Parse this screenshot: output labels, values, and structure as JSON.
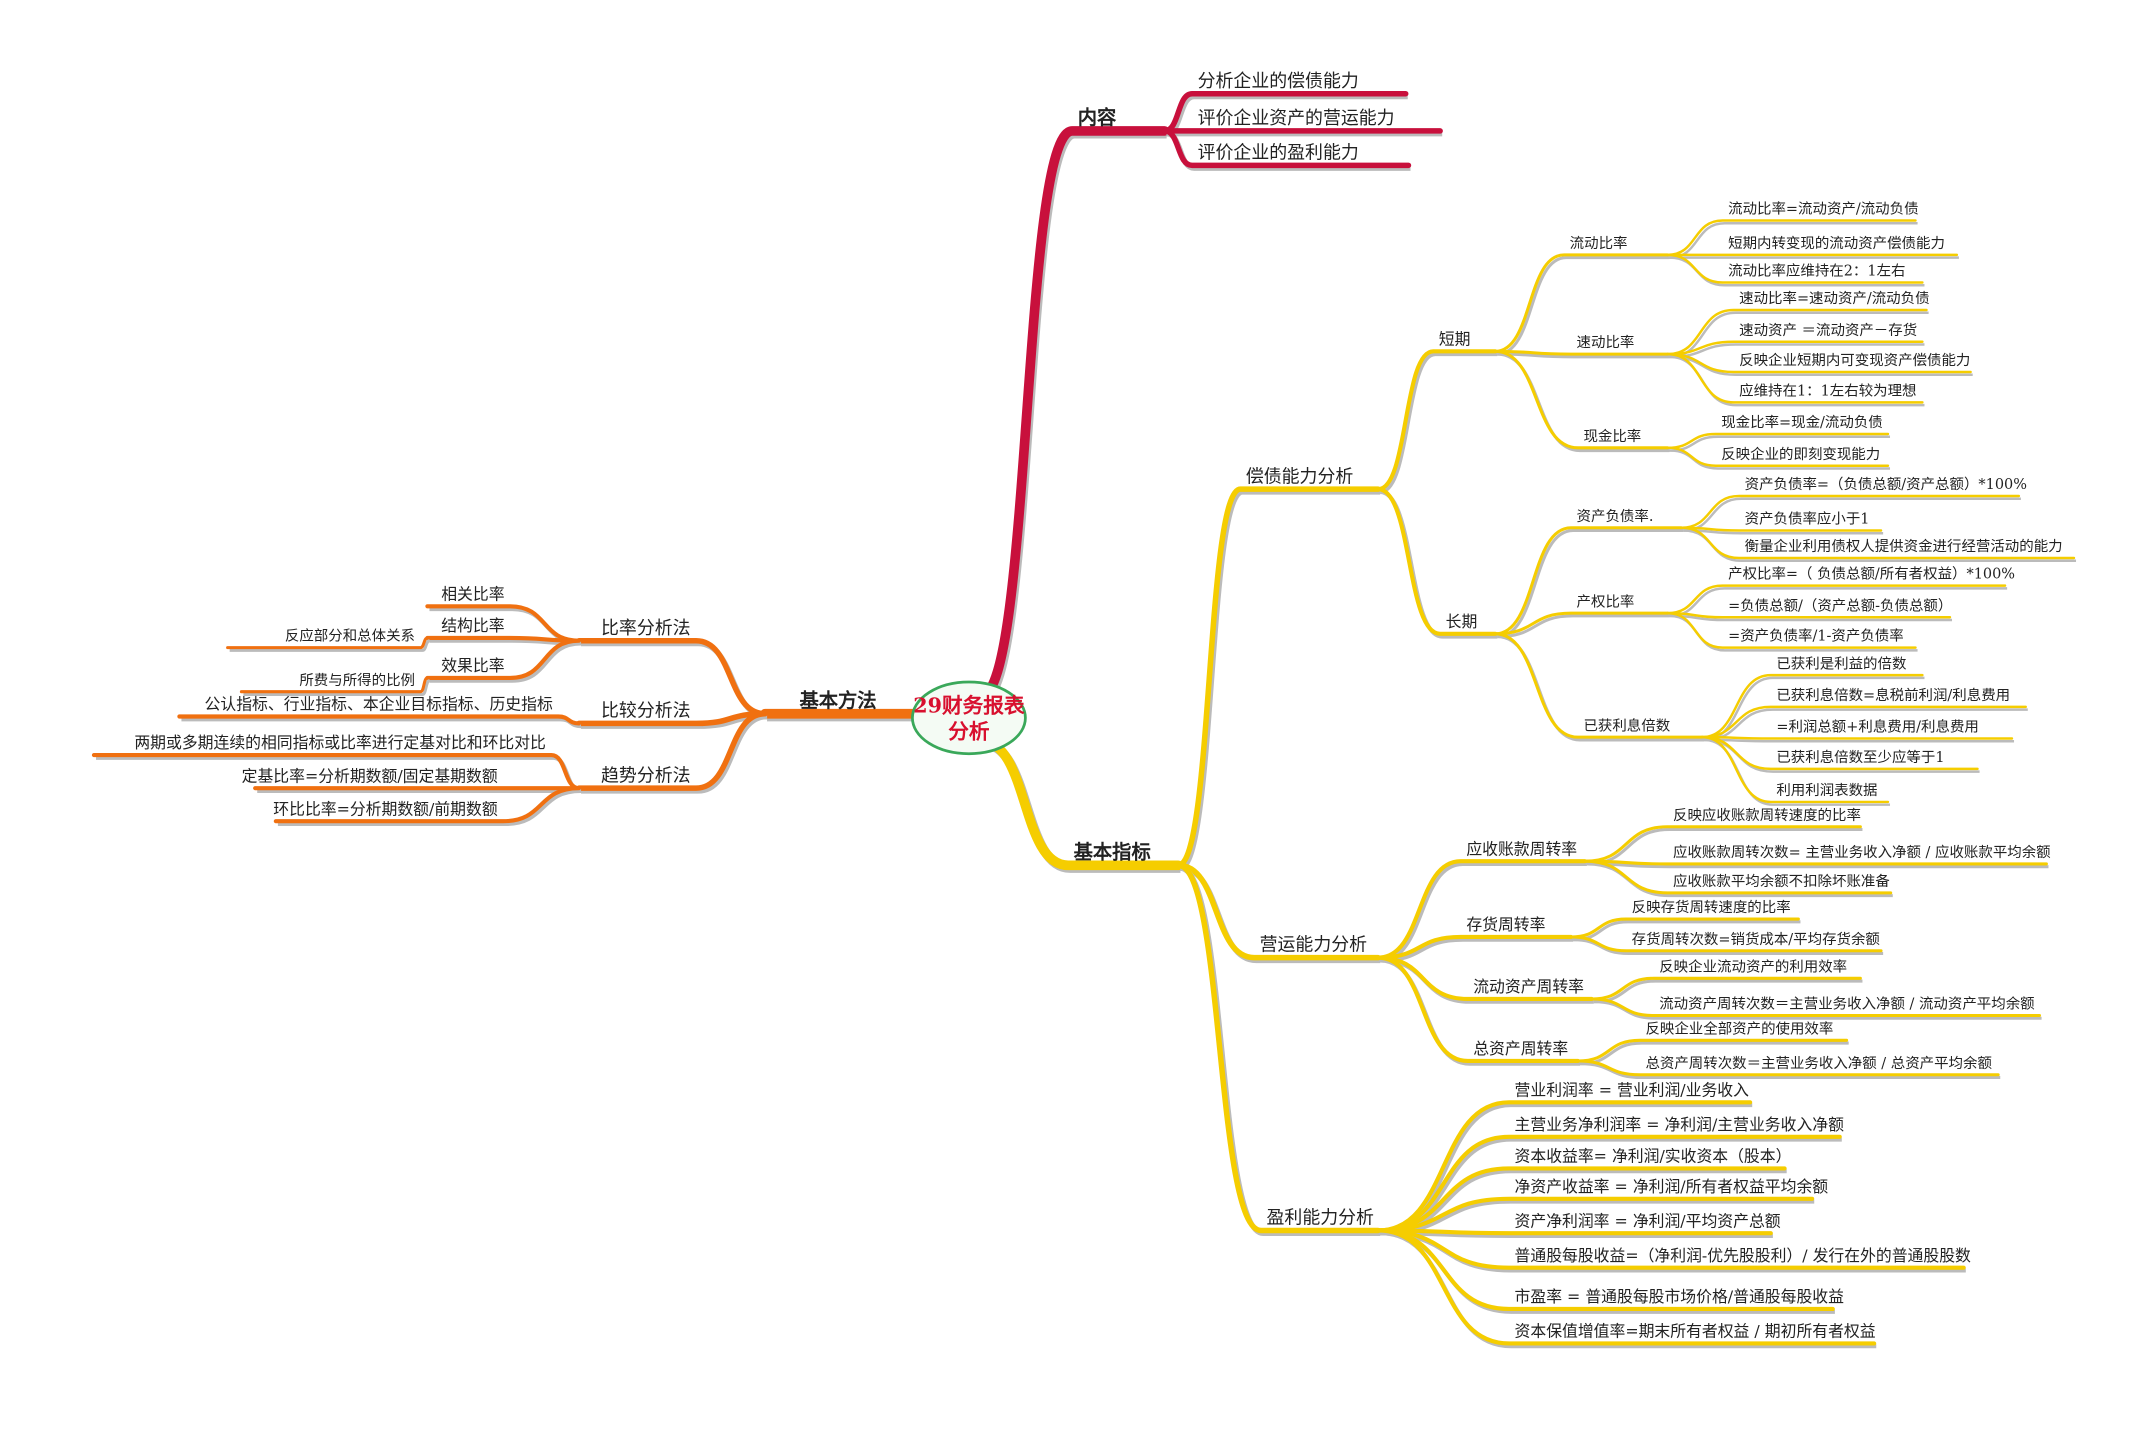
{
  "colors": {
    "content": "#c8103c",
    "indicators": "#f5cd00",
    "methods": "#f07010",
    "center_border": "#3aa85a",
    "center_text": "#d8102e"
  },
  "root": {
    "title_line1": "29财务报表",
    "title_line2": "分析",
    "children": [
      {
        "label": "内容",
        "children": [
          {
            "label": "分析企业的偿债能力"
          },
          {
            "label": "评价企业资产的营运能力"
          },
          {
            "label": "评价企业的盈利能力"
          }
        ]
      },
      {
        "label": "基本指标",
        "children": [
          {
            "label": "偿债能力分析",
            "children": [
              {
                "label": "短期",
                "children": [
                  {
                    "label": "流动比率",
                    "children": [
                      {
                        "label": "流动比率=流动资产/流动负债"
                      },
                      {
                        "label": "短期内转变现的流动资产偿债能力"
                      },
                      {
                        "label": "流动比率应维持在2：1左右"
                      }
                    ]
                  },
                  {
                    "label": "速动比率",
                    "children": [
                      {
                        "label": "速动比率=速动资产/流动负债"
                      },
                      {
                        "label": "速动资产 ＝流动资产－存货"
                      },
                      {
                        "label": "反映企业短期内可变现资产偿债能力"
                      },
                      {
                        "label": "应维持在1：1左右较为理想"
                      }
                    ]
                  },
                  {
                    "label": "现金比率",
                    "children": [
                      {
                        "label": "现金比率=现金/流动负债"
                      },
                      {
                        "label": "反映企业的即刻变现能力"
                      }
                    ]
                  }
                ]
              },
              {
                "label": "长期",
                "children": [
                  {
                    "label": "资产负债率.",
                    "children": [
                      {
                        "label": "资产负债率=（负债总额/资产总额）*100%"
                      },
                      {
                        "label": "资产负债率应小于1"
                      },
                      {
                        "label": "衡量企业利用债权人提供资金进行经营活动的能力"
                      }
                    ]
                  },
                  {
                    "label": "产权比率",
                    "children": [
                      {
                        "label": "产权比率=（ 负债总额/所有者权益）*100%"
                      },
                      {
                        "label": "=负债总额/（资产总额-负债总额）"
                      },
                      {
                        "label": "=资产负债率/1-资产负债率"
                      }
                    ]
                  },
                  {
                    "label": "已获利息倍数",
                    "children": [
                      {
                        "label": "已获利是利益的倍数"
                      },
                      {
                        "label": "已获利息倍数=息税前利润/利息费用"
                      },
                      {
                        "label": "=利润总额+利息费用/利息费用"
                      },
                      {
                        "label": "已获利息倍数至少应等于1"
                      },
                      {
                        "label": "利用利润表数据"
                      }
                    ]
                  }
                ]
              }
            ]
          },
          {
            "label": "营运能力分析",
            "children": [
              {
                "label": "应收账款周转率",
                "children": [
                  {
                    "label": "反映应收账款周转速度的比率"
                  },
                  {
                    "label": "应收账款周转次数= 主营业务收入净额 / 应收账款平均余额"
                  },
                  {
                    "label": "应收账款平均余额不扣除坏账准备"
                  }
                ]
              },
              {
                "label": "存货周转率",
                "children": [
                  {
                    "label": "反映存货周转速度的比率"
                  },
                  {
                    "label": "存货周转次数=销货成本/平均存货余额"
                  }
                ]
              },
              {
                "label": "流动资产周转率",
                "children": [
                  {
                    "label": "反映企业流动资产的利用效率"
                  },
                  {
                    "label": "流动资产周转次数＝主营业务收入净额 / 流动资产平均余额"
                  }
                ]
              },
              {
                "label": "总资产周转率",
                "children": [
                  {
                    "label": "反映企业全部资产的使用效率"
                  },
                  {
                    "label": "总资产周转次数＝主营业务收入净额 / 总资产平均余额"
                  }
                ]
              }
            ]
          },
          {
            "label": "盈利能力分析",
            "children": [
              {
                "label": "营业利润率 = 营业利润/业务收入"
              },
              {
                "label": "主营业务净利润率 = 净利润/主营业务收入净额"
              },
              {
                "label": "资本收益率= 净利润/实收资本（股本）"
              },
              {
                "label": "净资产收益率 = 净利润/所有者权益平均余额"
              },
              {
                "label": "资产净利润率 = 净利润/平均资产总额"
              },
              {
                "label": "普通股每股收益=（净利润-优先股股利）/ 发行在外的普通股股数"
              },
              {
                "label": "市盈率 = 普通股每股市场价格/普通股每股收益"
              },
              {
                "label": "资本保值增值率=期末所有者权益 / 期初所有者权益"
              }
            ]
          }
        ]
      },
      {
        "label": "基本方法",
        "children": [
          {
            "label": "比率分析法",
            "children": [
              {
                "label": "相关比率"
              },
              {
                "label": "结构比率",
                "children": [
                  {
                    "label": "反应部分和总体关系"
                  }
                ]
              },
              {
                "label": "效果比率",
                "children": [
                  {
                    "label": "所费与所得的比例"
                  }
                ]
              }
            ]
          },
          {
            "label": "比较分析法",
            "children": [
              {
                "label": "公认指标、行业指标、本企业目标指标、历史指标"
              }
            ]
          },
          {
            "label": "趋势分析法",
            "children": [
              {
                "label": "两期或多期连续的相同指标或比率进行定基对比和环比对比"
              },
              {
                "label": "定基比率=分析期数额/固定基期数额"
              },
              {
                "label": "环比比率=分析期数额/前期数额"
              }
            ]
          }
        ]
      }
    ]
  }
}
